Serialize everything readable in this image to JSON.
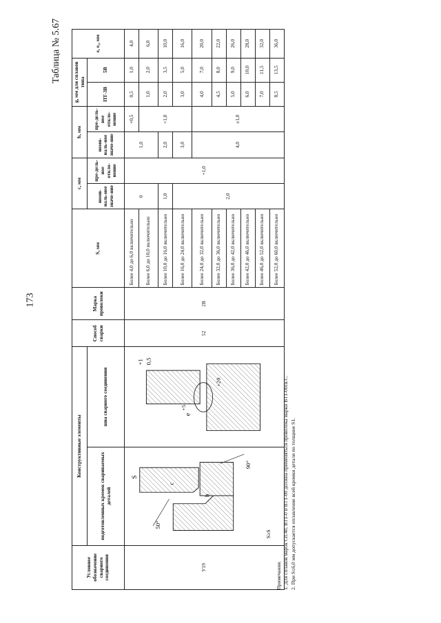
{
  "page": {
    "number": "173",
    "table_title": "Таблица № 5.67"
  },
  "header": {
    "designation": "Условное обозначение сварного соединения",
    "elements": "Конструктивные элементы",
    "edges": "подготовленных кромок свариваемых деталей",
    "seam": "шва сварного соединения",
    "method": "Способ сварки",
    "wire": "Марка проволоки",
    "s": "S, мм",
    "c": "c, мм",
    "b": "b, мм",
    "g": "g, мм для сплавов типа",
    "e": "e, e₁, мм",
    "nominal": "номи-наль-ное значе-ние",
    "deviation": "пре-дель-ное откло-нение",
    "pt3v": "ПТ-3В",
    "five_v": "5В"
  },
  "row": {
    "designation": "У19",
    "method": "52",
    "wire": "2В"
  },
  "drawing": {
    "angle50": "50°",
    "angle90": "90°",
    "s": "S",
    "c": "c",
    "b": "b",
    "s_ge_s": "S≥S",
    "e": "e",
    "e_tol": "+5",
    "g_tol": "+1",
    "g_val": "0,5",
    "g2": "+2",
    "g2b": "0"
  },
  "s_ranges": [
    "Более 4,0 до 6,0 включительно",
    "Более 6,0 до 10,0 включительно",
    "Более 10,0 до 16,0 включительно",
    "Более 16,0 до 24,0 включительно",
    "Более 24,0 до 32,0 включительно",
    "Более 32,0 до 36,0 включительно",
    "Более 36,0 до 42,0 включительно",
    "Более 42,0 до 46,0 включительно",
    "Более 46,0 до 52,0 включительно",
    "Более 52,0 до 60,0 включительно"
  ],
  "c_values": {
    "v0": "0",
    "v1": "1,0",
    "v2": "2,0",
    "dev": "+1,0"
  },
  "b_values": {
    "v1": "1,0",
    "v2": "2,0",
    "v3": "3,0",
    "v4": "4,0",
    "dev1": "+0,5",
    "dev2": "+1,0",
    "dev3": "±1,0"
  },
  "g_pt3v": [
    "0,5",
    "1,0",
    "2,0",
    "3,0",
    "4,0",
    "4,5",
    "5,0",
    "6,0",
    "7,0",
    "8,5"
  ],
  "g_5v": [
    "1,0",
    "2,0",
    "3,5",
    "5,0",
    "7,0",
    "8,0",
    "9,0",
    "10,0",
    "11,5",
    "13,5"
  ],
  "e_vals": [
    "4,0",
    "6,0",
    "10,0",
    "16,0",
    "20,0",
    "22,0",
    "26,0",
    "28,0",
    "32,0",
    "36,0"
  ],
  "notes": {
    "title": "Примечания.",
    "n1": "1. Для сплавов марок Сп.40, ВТ1-0 и ВТ1-00 должна применяться проволока марки ВТ1-00св.С.",
    "n2": "2. При S≤6,0 мм допускается оплавление всей кромки детали по толщине S1."
  }
}
